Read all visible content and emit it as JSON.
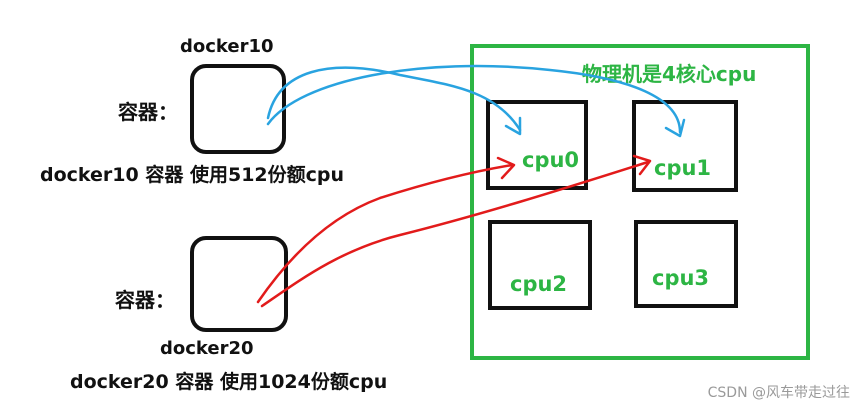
{
  "containers": [
    {
      "name": "docker10",
      "prefix": "容器：",
      "description": "docker10 容器 使用512份额cpu"
    },
    {
      "name": "docker20",
      "prefix": "容器：",
      "description": "docker20 容器 使用1024份额cpu"
    }
  ],
  "host": {
    "title": "物理机是4核心cpu",
    "cpus": [
      "cpu0",
      "cpu1",
      "cpu2",
      "cpu3"
    ]
  },
  "colors": {
    "host_border": "#2db544",
    "blue_arrow": "#29a3e0",
    "red_arrow": "#e21b1b"
  },
  "watermark": "CSDN @风车带走过往"
}
